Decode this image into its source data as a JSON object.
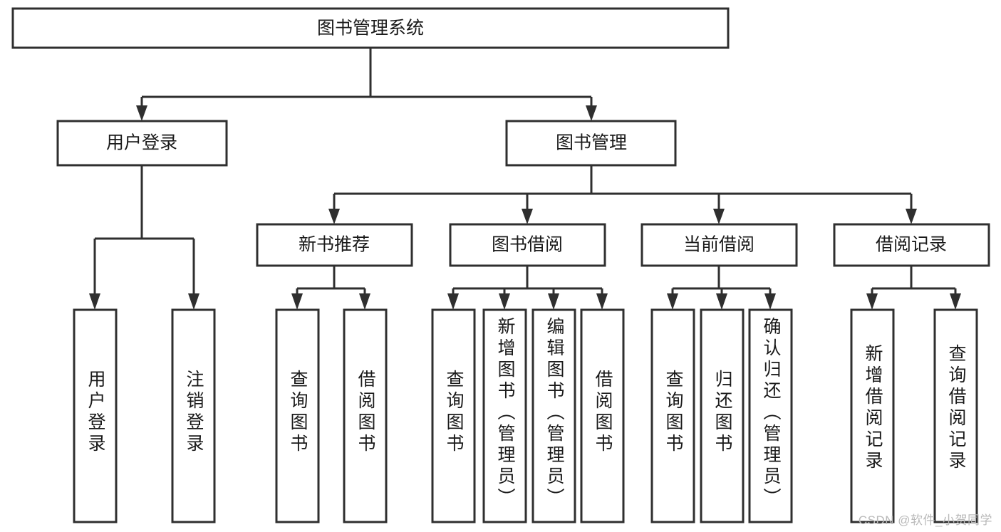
{
  "diagram": {
    "type": "tree-hierarchy-chart",
    "title": "图书管理系统",
    "orientation": "top-down",
    "colors": {
      "box_stroke": "#2f2f2f",
      "box_fill": "#ffffff",
      "text": "#1a1a1a",
      "background": "#ffffff",
      "watermark": "#b9b9b9"
    },
    "root": {
      "label": "图书管理系统"
    },
    "level1": [
      {
        "label": "用户登录"
      },
      {
        "label": "图书管理"
      }
    ],
    "level2": [
      {
        "label": "新书推荐"
      },
      {
        "label": "图书借阅"
      },
      {
        "label": "当前借阅"
      },
      {
        "label": "借阅记录"
      }
    ],
    "leaves": [
      {
        "label": "用户登录",
        "parent": "用户登录"
      },
      {
        "label": "注销登录",
        "parent": "用户登录"
      },
      {
        "label": "查询图书",
        "parent": "新书推荐"
      },
      {
        "label": "借阅图书",
        "parent": "新书推荐"
      },
      {
        "label": "查询图书",
        "parent": "图书借阅"
      },
      {
        "label": "新增图书（管理员）",
        "parent": "图书借阅"
      },
      {
        "label": "编辑图书（管理员）",
        "parent": "图书借阅"
      },
      {
        "label": "借阅图书",
        "parent": "图书借阅"
      },
      {
        "label": "查询图书",
        "parent": "当前借阅"
      },
      {
        "label": "归还图书",
        "parent": "当前借阅"
      },
      {
        "label": "确认归还（管理员）",
        "parent": "当前借阅"
      },
      {
        "label": "新增借阅记录",
        "parent": "借阅记录"
      },
      {
        "label": "查询借阅记录",
        "parent": "借阅记录"
      }
    ],
    "watermark": "CSDN @软件_小贺同学"
  }
}
